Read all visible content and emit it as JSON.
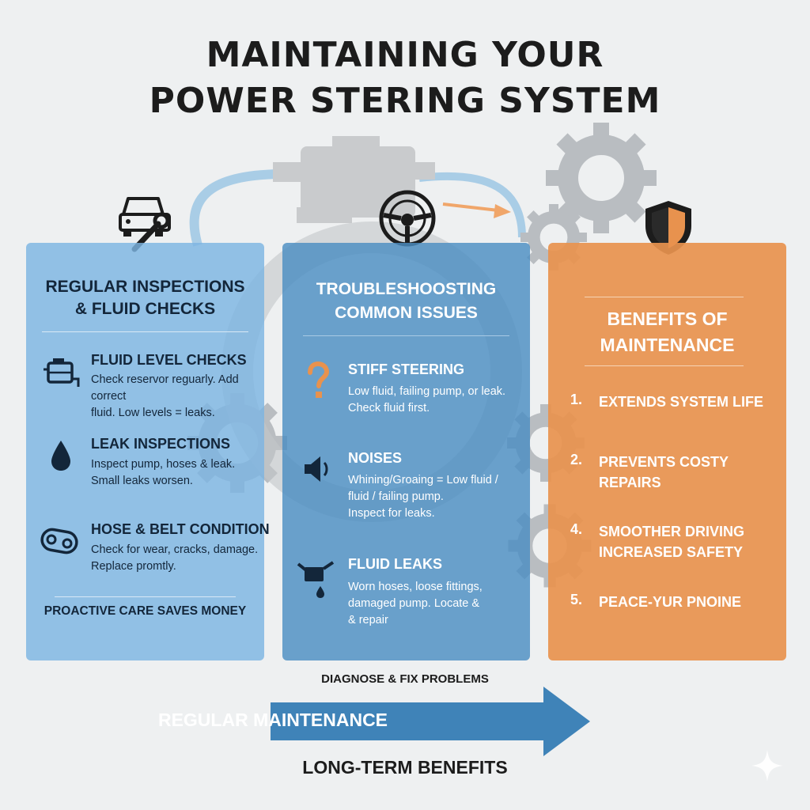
{
  "title": {
    "line1": "MAINTAINING YOUR",
    "line2": "POWER STERING SYSTEM"
  },
  "colors": {
    "blue_light": "#7db4e2",
    "blue_mid": "#4c8ec2",
    "orange": "#e8924e",
    "arrow_blue": "#3f83b8"
  },
  "panels": [
    {
      "heading": [
        "REGULAR INSPECTIONS",
        "& FLUID CHECKS"
      ],
      "header_icon": "car-wrench-icon",
      "items": [
        {
          "icon": "fluid-reservoir-icon",
          "title": "FLUID LEVEL CHECKS",
          "text": [
            "Check reservor reguarly. Add correct",
            "fluid. Low levels = leaks."
          ]
        },
        {
          "icon": "oil-drop-icon",
          "title": "LEAK INSPECTIONS",
          "text": [
            "Inspect pump, hoses & leak.",
            "Small leaks worsen."
          ]
        },
        {
          "icon": "belt-icon",
          "title": "HOSE & BELT CONDITION",
          "text": [
            "Check for wear, cracks, damage.",
            "Replace promtly."
          ]
        }
      ],
      "footer": "PROACTIVE CARE SAVES MONEY"
    },
    {
      "heading": [
        "TROUBLESHOOSTING",
        "COMMON ISSUES"
      ],
      "header_icon": "steering-wheel-icon",
      "items": [
        {
          "icon": "question-mark-icon",
          "title": "STIFF STEERING",
          "text": [
            "Low fluid, failing pump, or leak.",
            "Check fluid first."
          ]
        },
        {
          "icon": "speaker-icon",
          "title": "NOISES",
          "text": [
            "Whining/Groaing = Low fluid /",
            "fluid   / failing pump.",
            "Inspect for leaks."
          ]
        },
        {
          "icon": "oil-can-icon",
          "title": "FLUID LEAKS",
          "text": [
            "Worn hoses, loose fittings,",
            "damaged pump. Locate &",
            "&  repair"
          ]
        }
      ]
    },
    {
      "heading": [
        "BENEFITS OF",
        "MAINTENANCE"
      ],
      "header_icon": "shield-icon",
      "benefits": [
        {
          "num": "1.",
          "text": [
            "EXTENDS SYSTEM LIFE"
          ]
        },
        {
          "num": "2.",
          "text": [
            "PREVENTS COSTY",
            "REPAIRS"
          ]
        },
        {
          "num": "4.",
          "text": [
            "SMOOTHER DRIVING",
            "INCREASED SAFETY"
          ]
        },
        {
          "num": "5.",
          "text": [
            "PEACE-YUR PNOINE"
          ]
        }
      ]
    }
  ],
  "bottom": {
    "label_top": "DIAGNOSE & FIX PROBLEMS",
    "arrow_label": "REGULAR MAINTENANCE",
    "label_bottom": "LONG-TERM BENEFITS"
  }
}
